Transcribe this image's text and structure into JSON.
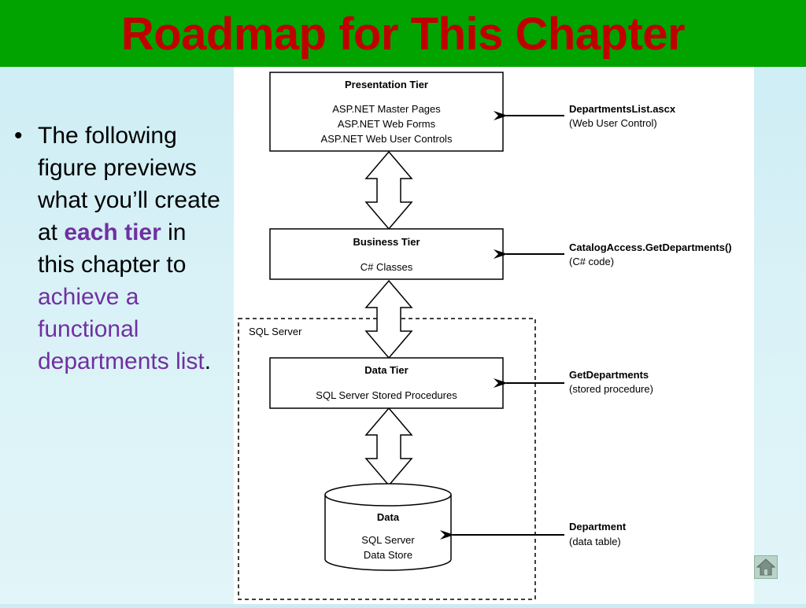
{
  "title": "Roadmap for This Chapter",
  "bullet": {
    "t1": "The following figure previews what you’ll create at ",
    "t2": "each tier",
    "t3": " in this chapter to ",
    "t4": "achieve a functional departments list",
    "t5": "."
  },
  "diagram": {
    "presentation": {
      "title": "Presentation Tier",
      "lines": [
        "ASP.NET Master Pages",
        "ASP.NET Web Forms",
        "ASP.NET Web User Controls"
      ],
      "side_title": "DepartmentsList.ascx",
      "side_sub": "(Web User Control)"
    },
    "business": {
      "title": "Business Tier",
      "lines": [
        "C# Classes"
      ],
      "side_title": "CatalogAccess.GetDepartments()",
      "side_sub": "(C# code)"
    },
    "sql_server_label": "SQL Server",
    "data_tier": {
      "title": "Data Tier",
      "lines": [
        "SQL Server Stored Procedures"
      ],
      "side_title": "GetDepartments",
      "side_sub": "(stored procedure)"
    },
    "data": {
      "title": "Data",
      "lines": [
        "SQL Server",
        "Data Store"
      ],
      "side_title": "Department",
      "side_sub": "(data table)"
    }
  },
  "colors": {
    "title_bar": "#00a300",
    "title_text": "#c00000",
    "accent_purple": "#7030a0"
  },
  "icons": {
    "home": "home-icon"
  }
}
